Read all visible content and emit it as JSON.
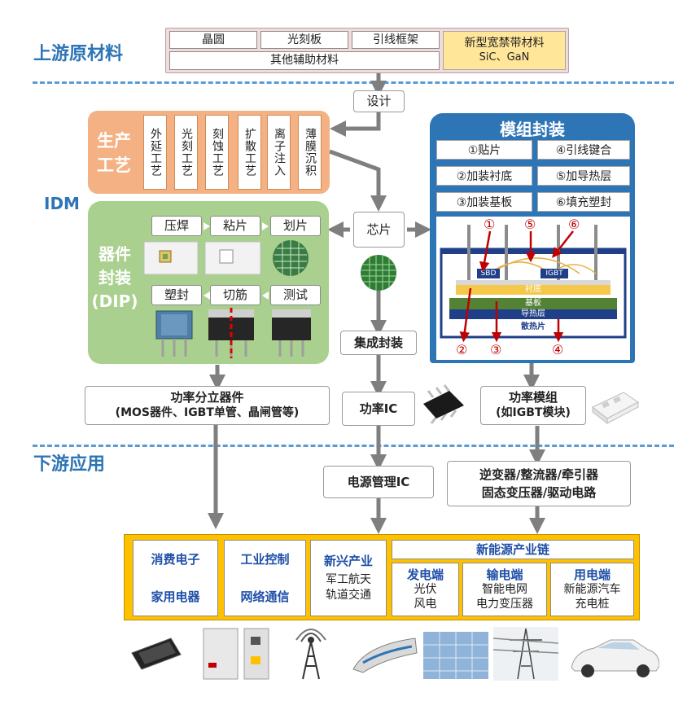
{
  "stages": {
    "upstream": "上游原材料",
    "idm": "IDM",
    "downstream": "下游应用"
  },
  "materials": {
    "wafer": "晶圆",
    "mask": "光刻板",
    "leadframe": "引线框架",
    "aux": "其他辅助材料",
    "wide_bandgap": "新型宽禁带材料",
    "wide_bandgap_sub": "SiC、GaN"
  },
  "design": "设计",
  "production": {
    "title": "生产\n工艺",
    "steps": [
      "外延工艺",
      "光刻工艺",
      "刻蚀工艺",
      "扩散工艺",
      "离子注入",
      "薄膜沉积"
    ]
  },
  "dip": {
    "title": "器件\n封装\n(DIP)",
    "steps": [
      "压焊",
      "粘片",
      "划片",
      "塑封",
      "切筋",
      "测试"
    ]
  },
  "chip": "芯片",
  "integrated_pkg": "集成封装",
  "module": {
    "title": "模组封装",
    "steps": [
      "①贴片",
      "④引线键合",
      "②加装衬底",
      "⑤加导热层",
      "③加装基板",
      "⑥填充塑封"
    ],
    "diagram_labels": {
      "sbd": "SBD",
      "igbt": "IGBT",
      "substrate": "衬底",
      "baseplate": "基板",
      "thermal": "导热层",
      "heatsink": "散热片"
    },
    "markers": [
      "①",
      "⑤",
      "⑥",
      "②",
      "③",
      "④"
    ]
  },
  "products": {
    "discrete": "功率分立器件",
    "discrete_sub": "(MOS器件、IGBT单管、晶闸管等)",
    "power_ic": "功率IC",
    "power_module": "功率模组",
    "power_module_sub": "(如IGBT模块)"
  },
  "mid_downstream": {
    "pmic": "电源管理IC",
    "inverters": "逆变器/整流器/牵引器",
    "transformers": "固态变压器/驱动电路"
  },
  "applications": {
    "consumer": "消费电子",
    "appliance": "家用电器",
    "industrial": "工业控制",
    "network": "网络通信",
    "emerging": "新兴产业",
    "emerging_sub1": "军工航天",
    "emerging_sub2": "轨道交通",
    "nev_chain": "新能源产业链",
    "gen": "发电端",
    "gen_sub1": "光伏",
    "gen_sub2": "风电",
    "trans": "输电端",
    "trans_sub1": "智能电网",
    "trans_sub2": "电力变压器",
    "use": "用电端",
    "use_sub1": "新能源汽车",
    "use_sub2": "充电桩"
  },
  "colors": {
    "accent_blue": "#2e75b6",
    "production_orange": "#f4b183",
    "dip_green": "#a9d08e",
    "app_yellow": "#ffc000",
    "material_pink": "#f2dcdb"
  }
}
